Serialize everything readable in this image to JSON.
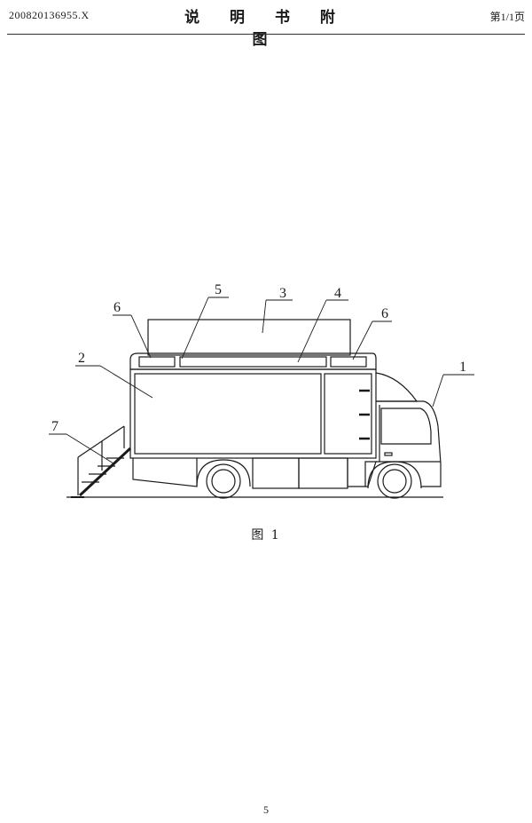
{
  "header": {
    "application_number": "200820136955.X",
    "title": "说 明 书 附 图",
    "page_label": "第1/1页"
  },
  "figure": {
    "caption": "图 1",
    "labels": {
      "l1": "1",
      "l2": "2",
      "l3": "3",
      "l4": "4",
      "l5": "5",
      "l6a": "6",
      "l6b": "6",
      "l7": "7"
    }
  },
  "footer": {
    "page_number": "5"
  }
}
